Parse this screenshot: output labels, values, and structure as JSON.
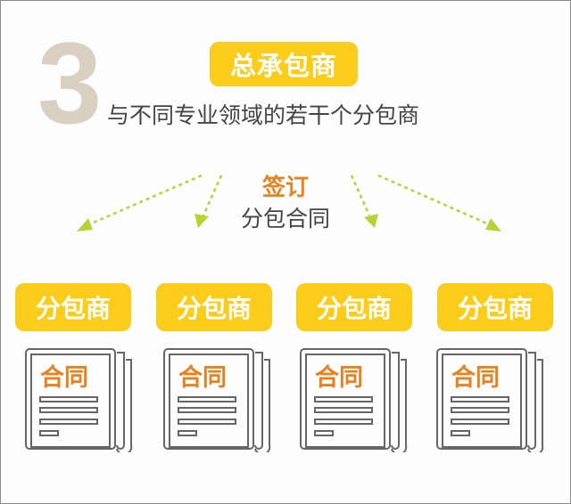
{
  "step_number": "3",
  "main_contractor": "总承包商",
  "subtitle": "与不同专业领域的若干个分包商",
  "sign_label": "签订",
  "contract_type": "分包合同",
  "subcontractors": [
    {
      "label": "分包商",
      "doc": "合同"
    },
    {
      "label": "分包商",
      "doc": "合同"
    },
    {
      "label": "分包商",
      "doc": "合同"
    },
    {
      "label": "分包商",
      "doc": "合同"
    }
  ],
  "colors": {
    "yellow": "#fccc1a",
    "orange": "#e8821e",
    "green": "#b5d334",
    "number": "#d9d0c1"
  }
}
